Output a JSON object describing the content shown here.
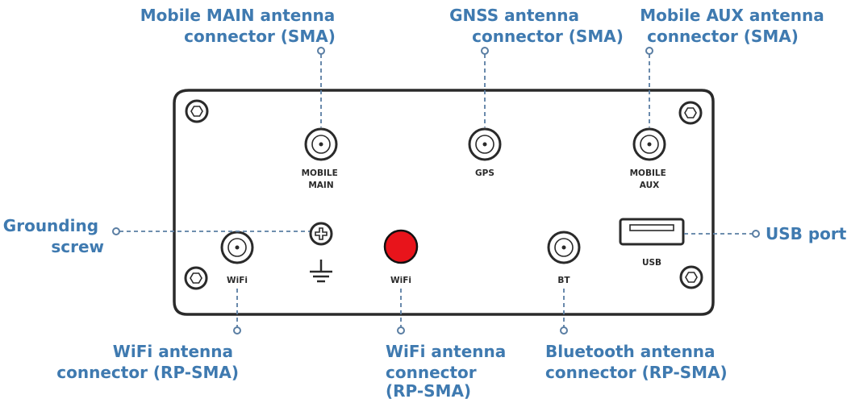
{
  "callouts": {
    "mobile_main": [
      "Mobile MAIN antenna",
      "connector (SMA)"
    ],
    "gnss": [
      "GNSS antenna",
      "connector (SMA)"
    ],
    "mobile_aux": [
      "Mobile AUX antenna",
      "connector (SMA)"
    ],
    "grounding": [
      "Grounding",
      "screw"
    ],
    "usb_port": "USB port",
    "wifi_left": [
      "WiFi antenna",
      "connector (RP-SMA)"
    ],
    "wifi_center": [
      "WiFi antenna",
      "connector",
      "(RP-SMA)"
    ],
    "bluetooth": [
      "Bluetooth antenna",
      "connector (RP-SMA)"
    ]
  },
  "panel_labels": {
    "mobile_main": [
      "MOBILE",
      "MAIN"
    ],
    "gps": "GPS",
    "mobile_aux": [
      "MOBILE",
      "AUX"
    ],
    "usb": "USB",
    "wifi_left": "WiFi",
    "wifi_center": "WiFi",
    "bt": "BT"
  },
  "colors": {
    "callout_text": "#3f7ab0",
    "leader_line": "#5a7ea3",
    "outline": "#2a2a2a",
    "highlight_marker": "#e8141b"
  },
  "icons": {
    "antenna_connector": "coaxial-circle",
    "ground_symbol": "earth-ground",
    "screw": "phillips-screw",
    "mount_hole": "hex-screw"
  }
}
